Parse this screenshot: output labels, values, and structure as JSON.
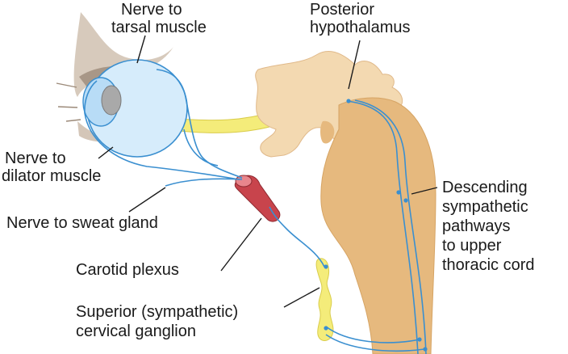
{
  "labels": {
    "tarsal_1": "Nerve to",
    "tarsal_2": "tarsal muscle",
    "hypo_1": "Posterior",
    "hypo_2": "hypothalamus",
    "dilator_1": "Nerve to",
    "dilator_2": "dilator muscle",
    "sweat": "Nerve to sweat gland",
    "carotid": "Carotid plexus",
    "ganglion_1": "Superior (sympathetic)",
    "ganglion_2": "cervical ganglion",
    "desc_1": "Descending",
    "desc_2": "sympathetic",
    "desc_3": "pathways",
    "desc_4": "to upper",
    "desc_5": "thoracic cord"
  },
  "colors": {
    "nerve": "#3a8fd0",
    "brain": "#f3d9b1",
    "brainstem": "#e6b97e",
    "eye": "#d6ecfb",
    "optic_nerve": "#f4ec7a",
    "artery": "#c8444c",
    "ganglion": "#f4ec7a",
    "skin": "#c9b8a6"
  }
}
